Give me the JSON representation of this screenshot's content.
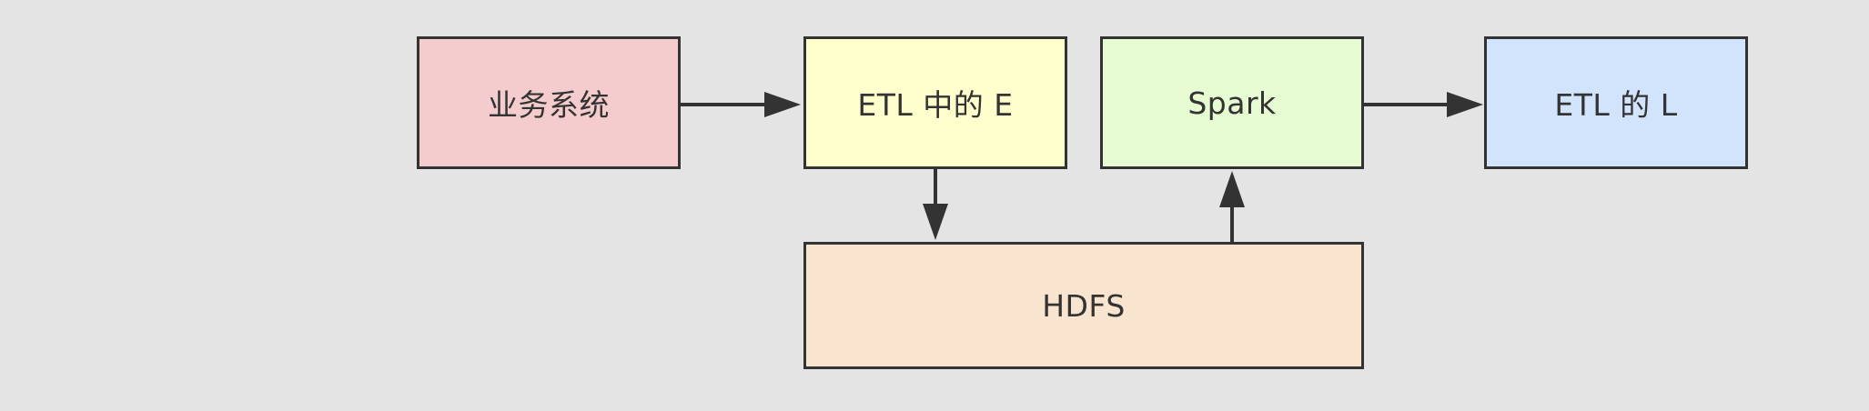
{
  "diagram": {
    "nodes": {
      "business_system": "业务系统",
      "etl_e": "ETL 中的 E",
      "spark": "Spark",
      "etl_l": "ETL 的 L",
      "hdfs": "HDFS"
    },
    "edges": [
      {
        "from": "business_system",
        "to": "etl_e"
      },
      {
        "from": "etl_e",
        "to": "hdfs"
      },
      {
        "from": "hdfs",
        "to": "spark"
      },
      {
        "from": "spark",
        "to": "etl_l"
      }
    ],
    "colors": {
      "background": "#e4e4e4",
      "border": "#333333",
      "business_system": "#f5cccd",
      "etl_e": "#ffffcd",
      "spark": "#e7fbd2",
      "etl_l": "#d2e4fb",
      "hdfs": "#f9e5cf"
    }
  }
}
